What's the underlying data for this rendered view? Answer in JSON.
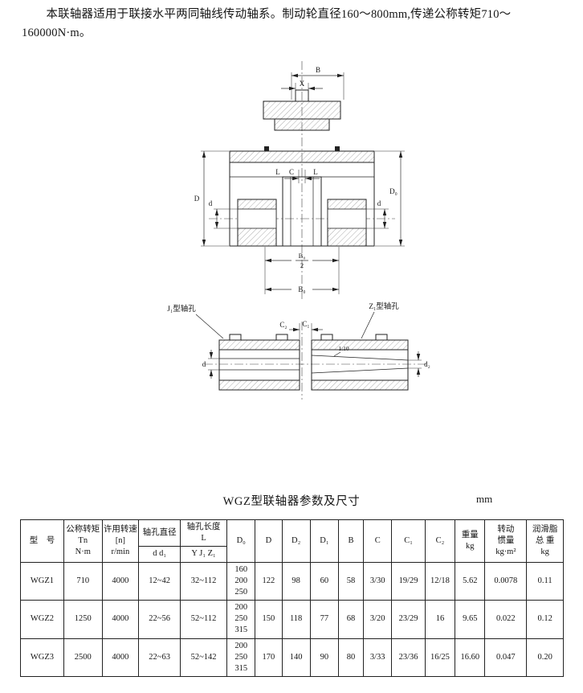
{
  "intro": {
    "text": "本联轴器适用于联接水平两同轴线传动轴系。制动轮直径160～800mm,传递公称转矩710～\n160000N·m。"
  },
  "drawing": {
    "labels": {
      "B": "B",
      "X": "X",
      "D": "D",
      "d_left": "d",
      "L_left": "L",
      "C": "C",
      "L_right": "L",
      "d_right": "d",
      "D0": "D₀",
      "B0_num": "B₀",
      "B0_den": "2",
      "B0": "B₀",
      "J1_hole": "J₁型轴孔",
      "Z1_hole": "Z₁型轴孔",
      "C2": "C₂",
      "C1": "C₁",
      "d_detail": "d",
      "d2": "d₂",
      "taper": "1:10"
    }
  },
  "table": {
    "title": "WGZ型联轴器参数及尺寸",
    "unit": "mm",
    "headers": {
      "model": "型　号",
      "torque": "公称转矩\nTn\nN·m",
      "speed": "许用转速\n[n]\nr/min",
      "bore_dia": "轴孔直径",
      "bore_dia_sub": "d d₁",
      "bore_len": "轴孔长度\nL",
      "bore_len_sub": "Y J₁ Z₁",
      "D0": "D₀",
      "D": "D",
      "D2": "D₂",
      "D1": "D₁",
      "B": "B",
      "C": "C",
      "C1": "C₁",
      "C2": "C₂",
      "weight": "重量\nkg",
      "inertia": "转动\n惯量\nkg·m²",
      "grease": "润滑脂\n总 重\nkg"
    },
    "rows": [
      {
        "model": "WGZ1",
        "torque": "710",
        "speed": "4000",
        "bore_dia": "12~42",
        "bore_len": "32~112",
        "D0": "160\n200\n250",
        "D": "122",
        "D2": "98",
        "D1": "60",
        "B": "58",
        "C": "3/30",
        "C1": "19/29",
        "C2": "12/18",
        "weight": "5.62",
        "inertia": "0.0078",
        "grease": "0.11"
      },
      {
        "model": "WGZ2",
        "torque": "1250",
        "speed": "4000",
        "bore_dia": "22~56",
        "bore_len": "52~112",
        "D0": "200\n250\n315",
        "D": "150",
        "D2": "118",
        "D1": "77",
        "B": "68",
        "C": "3/20",
        "C1": "23/29",
        "C2": "16",
        "weight": "9.65",
        "inertia": "0.022",
        "grease": "0.12"
      },
      {
        "model": "WGZ3",
        "torque": "2500",
        "speed": "4000",
        "bore_dia": "22~63",
        "bore_len": "52~142",
        "D0": "200\n250\n315",
        "D": "170",
        "D2": "140",
        "D1": "90",
        "B": "80",
        "C": "3/33",
        "C1": "23/36",
        "C2": "16/25",
        "weight": "16.60",
        "inertia": "0.047",
        "grease": "0.20"
      }
    ]
  }
}
